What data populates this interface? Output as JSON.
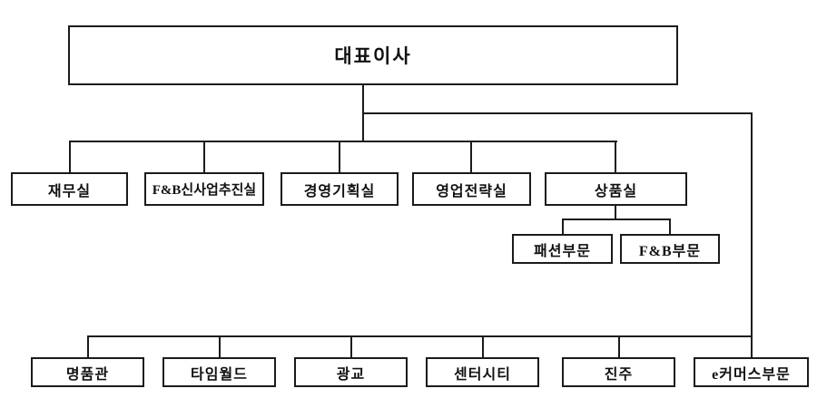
{
  "org": {
    "root": {
      "label": "대표이사"
    },
    "divisions": [
      {
        "label": "재무실"
      },
      {
        "label": "F&B신사업추진실"
      },
      {
        "label": "경영기획실"
      },
      {
        "label": "영업전략실"
      },
      {
        "label": "상품실"
      }
    ],
    "product_units": [
      {
        "label": "패션부문"
      },
      {
        "label": "F&B부문"
      }
    ],
    "branches": [
      {
        "label": "명품관"
      },
      {
        "label": "타임월드"
      },
      {
        "label": "광교"
      },
      {
        "label": "센터시티"
      },
      {
        "label": "진주"
      },
      {
        "label": "e커머스부문"
      }
    ],
    "colors": {
      "line": "#1b1b1b",
      "border": "#1b1b1b",
      "background": "#ffffff"
    }
  }
}
